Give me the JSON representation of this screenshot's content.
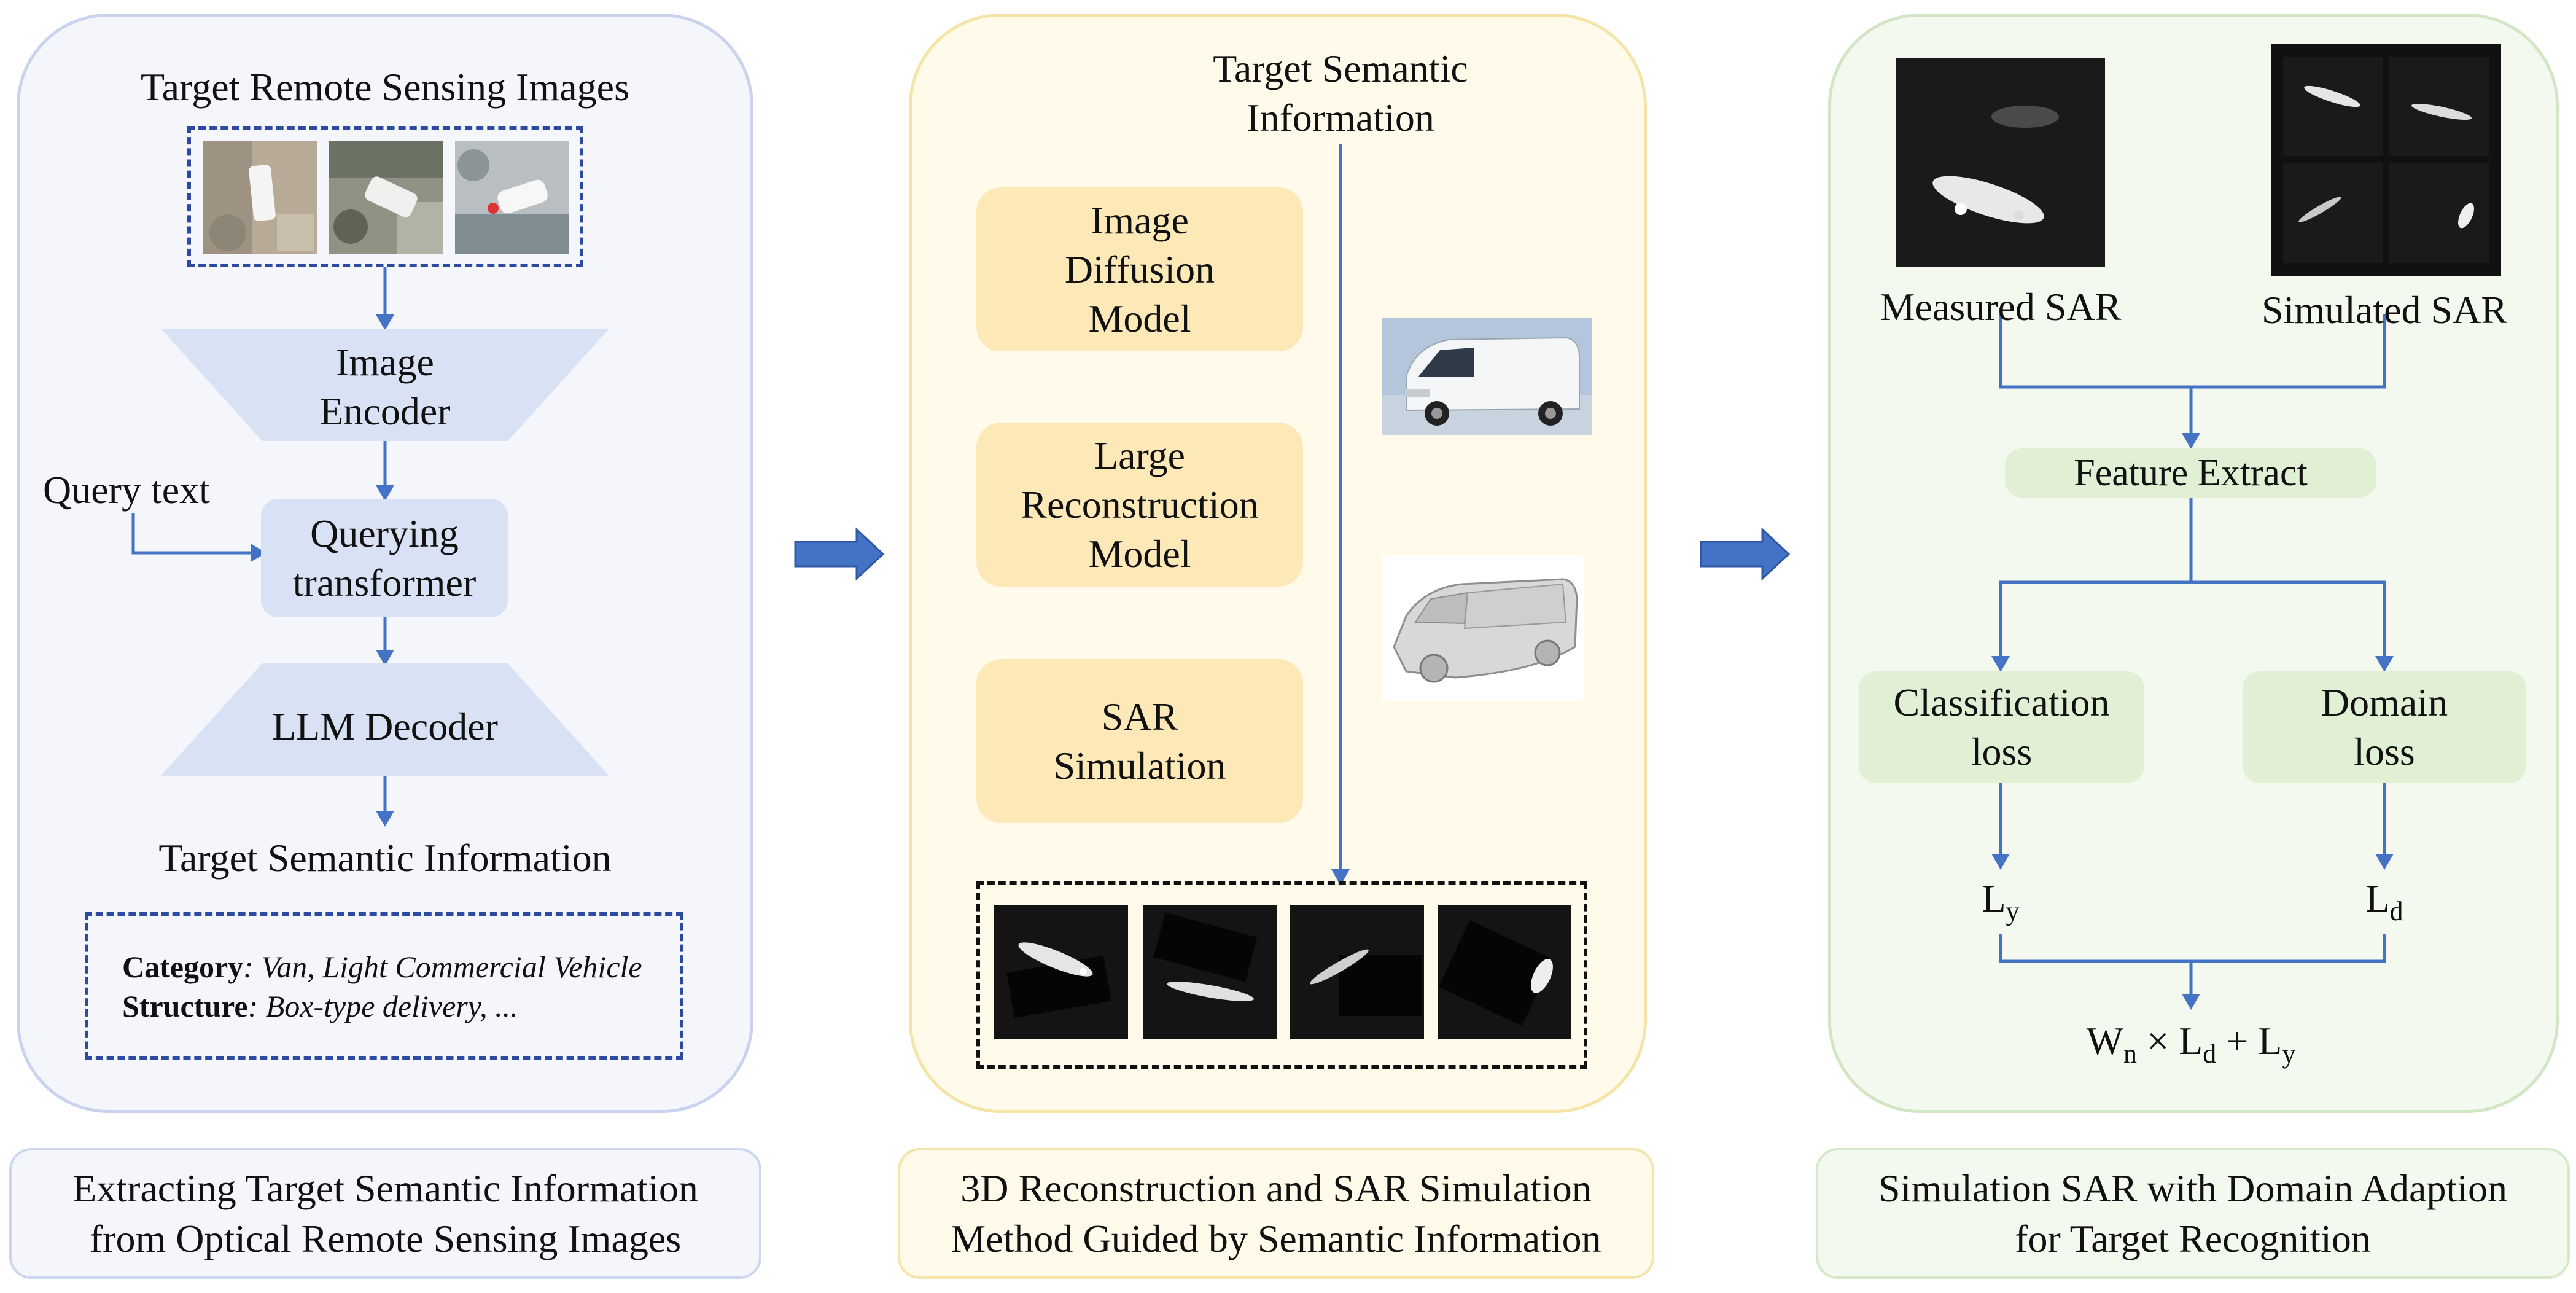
{
  "panel1": {
    "title": "Target Remote Sensing Images",
    "image_encoder_line1": "Image",
    "image_encoder_line2": "Encoder",
    "query_text": "Query text",
    "querying_line1": "Querying",
    "querying_line2": "transformer",
    "llm_decoder": "LLM Decoder",
    "semantic_title": "Target Semantic Information",
    "category_label": "Category",
    "category_value": ": Van, Light Commercial Vehicle",
    "structure_label": "Structure",
    "structure_value": ": Box-type delivery, ...",
    "caption_line1": "Extracting Target Semantic Information",
    "caption_line2": "from Optical Remote Sensing Images"
  },
  "panel2": {
    "title_line1": "Target Semantic",
    "title_line2": "Information",
    "diffusion_line1": "Image",
    "diffusion_line2": "Diffusion",
    "diffusion_line3": "Model",
    "lrm_line1": "Large",
    "lrm_line2": "Reconstruction",
    "lrm_line3": "Model",
    "sar_line1": "SAR",
    "sar_line2": "Simulation",
    "caption_line1": "3D Reconstruction and SAR Simulation",
    "caption_line2": "Method Guided by Semantic Information"
  },
  "panel3": {
    "measured": "Measured SAR",
    "simulated": "Simulated SAR",
    "feature_extract": "Feature Extract",
    "classification_line1": "Classification",
    "classification_line2": "loss",
    "domain_line1": "Domain",
    "domain_line2": "loss",
    "ly_main": "L",
    "ly_sub": "y",
    "ld_main": "L",
    "ld_sub": "d",
    "formula_w": "W",
    "formula_w_sub": "n",
    "formula_times": " × L",
    "formula_ld_sub": "d",
    "formula_plus": " + L",
    "formula_ly_sub": "y",
    "caption_line1": "Simulation SAR with Domain Adaption",
    "caption_line2": "for Target Recognition"
  },
  "colors": {
    "arrow_blue": "#4472c4",
    "panel_blue": "#f4f6fc",
    "panel_yellow": "#fffaea",
    "panel_green": "#f4f9f0"
  }
}
